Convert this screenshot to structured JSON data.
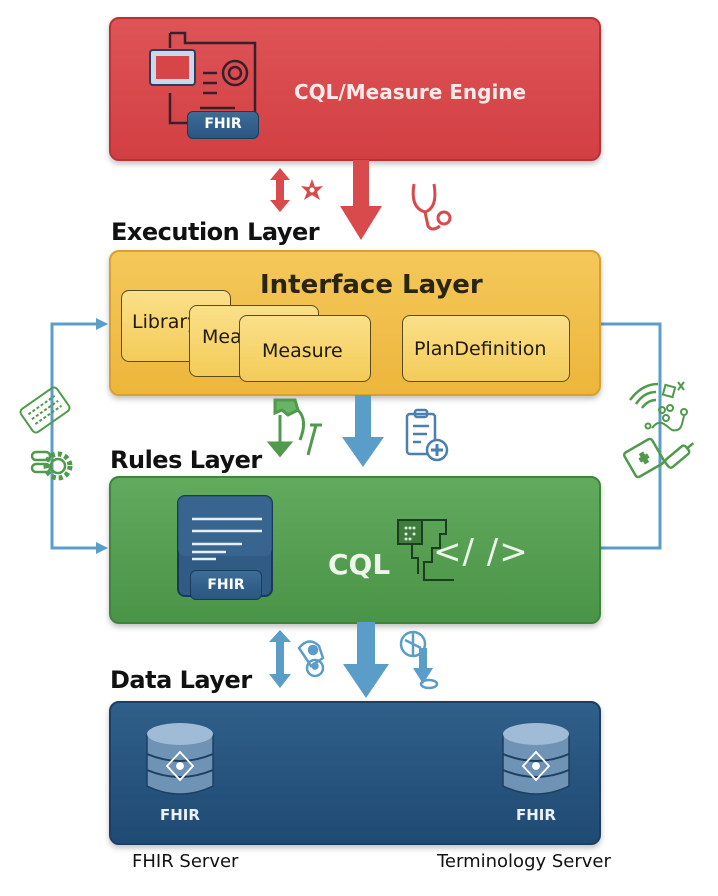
{
  "diagram": {
    "engine": {
      "title": "CQL/Measure Engine",
      "badge": "FHIR",
      "color": "#d64548"
    },
    "layers": {
      "execution": {
        "label": "Execution Layer"
      },
      "interface": {
        "label": "Interface Layer",
        "color": "#f0bd48",
        "cards": [
          "Library",
          "Measure",
          "Measure",
          "PlanDefinition"
        ]
      },
      "rules": {
        "label": "Rules Layer",
        "color": "#55a051",
        "document_badge": "FHIR",
        "cql_label": "CQL",
        "code_symbol": "</ />"
      },
      "data": {
        "label": "Data Layer",
        "color": "#27537d",
        "databases": [
          {
            "badge": "FHIR",
            "caption": "FHIR Server"
          },
          {
            "badge": "FHIR",
            "caption": "Terminology Server"
          }
        ]
      }
    },
    "connector_color": "#5b9dc9",
    "icons": {
      "execution_left": [
        "double-arrow-icon",
        "asterisk-icon"
      ],
      "execution_right": "stethoscope-icon",
      "rules_left": "tools-download-icon",
      "rules_right": "clipboard-add-icon",
      "data_left": [
        "double-arrow-icon",
        "location-pin-icon"
      ],
      "data_right": "network-download-icon",
      "side_left": [
        "keyboard-icon",
        "gear-icon"
      ],
      "side_right": [
        "wifi-icon",
        "network-graph-icon",
        "medical-kit-icon"
      ]
    }
  }
}
